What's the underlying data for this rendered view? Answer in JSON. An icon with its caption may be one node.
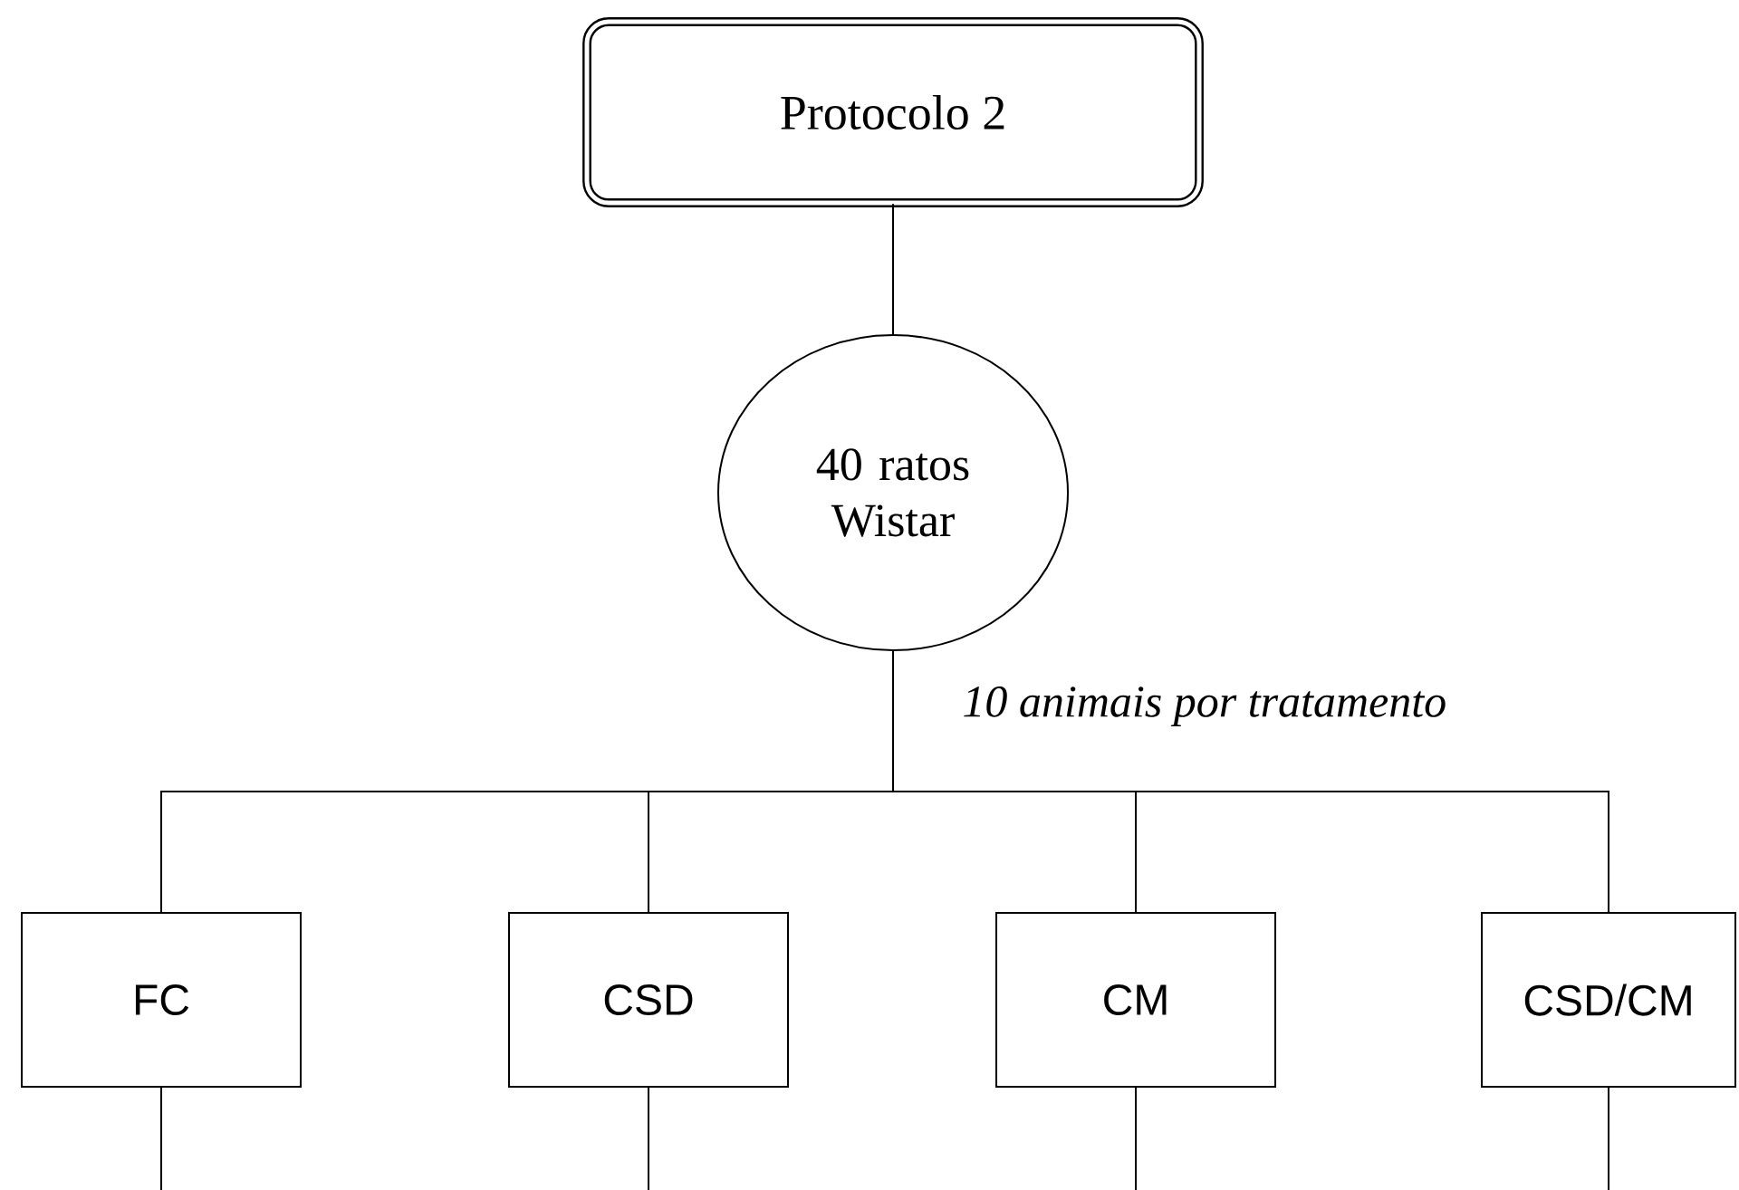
{
  "diagram": {
    "nodes": [
      {
        "text": [
          "Protocolo 2"
        ]
      },
      {
        "text": [
          "40 ratos Wistar"
        ]
      },
      {
        "text": [
          "FC"
        ]
      },
      {
        "text": [
          "CSD"
        ]
      },
      {
        "text": [
          "CM"
        ]
      },
      {
        "text": [
          "CSD/CM"
        ]
      }
    ],
    "edges": [
      {
        "from": 0,
        "to": 1,
        "arrow": "none"
      },
      {
        "from": 1,
        "to": 2,
        "arrow": "none",
        "label": "10 animais por tratamento"
      },
      {
        "from": 1,
        "to": 3,
        "arrow": "none"
      },
      {
        "from": 1,
        "to": 4,
        "arrow": "none"
      },
      {
        "from": 1,
        "to": 5,
        "arrow": "none"
      },
      {
        "from": 2,
        "to": null,
        "arrow": "none"
      },
      {
        "from": 3,
        "to": null,
        "arrow": "none"
      },
      {
        "from": 4,
        "to": null,
        "arrow": "none"
      },
      {
        "from": 5,
        "to": null,
        "arrow": "none"
      }
    ]
  }
}
